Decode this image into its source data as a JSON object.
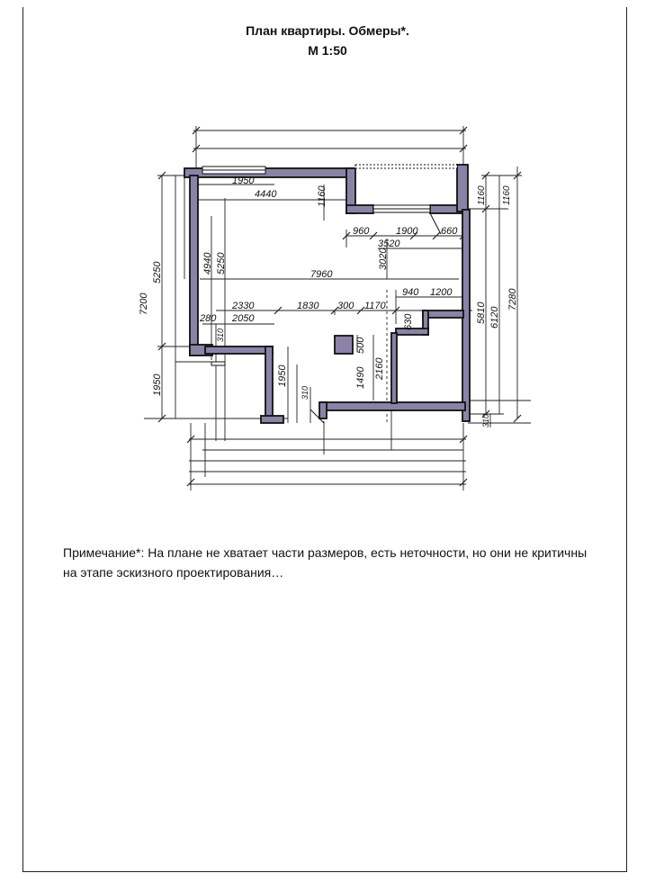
{
  "title": "План квартиры. Обмеры*.",
  "scale": "М 1:50",
  "note": "Примечание*: На плане не хватает части размеров, есть неточности, но они не критичны на этапе эскизного проектирования…",
  "dims": {
    "d1950a": "1950",
    "d4440": "4440",
    "d1160a": "1160",
    "d960": "960",
    "d1900": "1900",
    "d660": "660",
    "d3520": "3520",
    "d3020": "3020",
    "d4940": "4940",
    "d5250a": "5250",
    "d7960": "7960",
    "d2330": "2330",
    "d1830": "1830",
    "d300": "300",
    "d1170": "1170",
    "d940": "940",
    "d1200": "1200",
    "d280": "280",
    "d2050": "2050",
    "d630": "630",
    "d310a": "310",
    "d500": "500",
    "d1490": "1490",
    "d2160": "2160",
    "d1950b": "1950",
    "d310b": "310",
    "d5250b": "5250",
    "d7200": "7200",
    "d1950c": "1950",
    "d1160b": "1160",
    "d1160c": "1160",
    "d5810": "5810",
    "d6120": "6120",
    "d7280": "7280",
    "d310c": "310"
  }
}
